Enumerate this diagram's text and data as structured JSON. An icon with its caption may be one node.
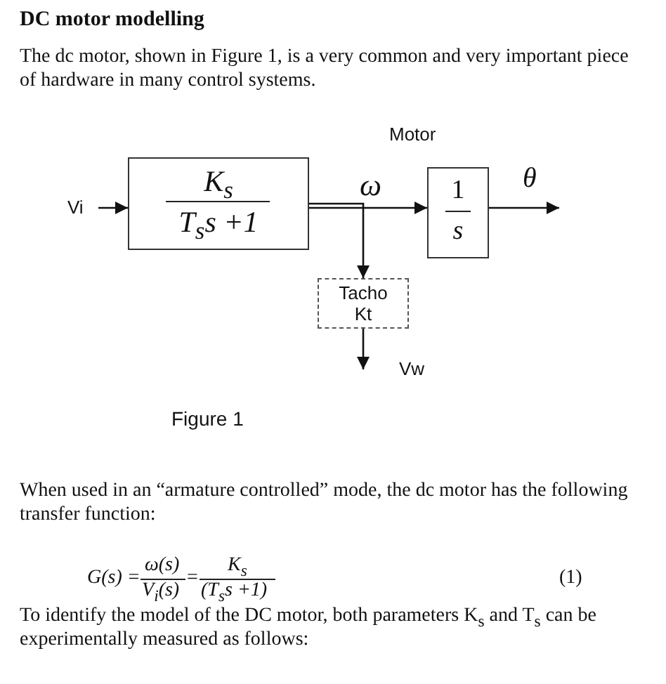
{
  "diagram": {
    "title": "DC motor modelling",
    "caption": "Figure 1",
    "nodes": [
      {
        "text": [
          "Vi"
        ]
      },
      {
        "text": [
          "K$_{s}$",
          "T$_{s}$s +1"
        ]
      },
      {
        "text": [
          "1",
          "s"
        ]
      },
      {
        "text": [
          "Tacho Kt"
        ]
      }
    ],
    "edges": [
      {
        "from": 0,
        "to": 1,
        "arrow": "to"
      },
      {
        "from": 1,
        "to": 2,
        "arrow": "to",
        "label": "ω"
      },
      {
        "from": 1,
        "to": 3,
        "arrow": "to"
      },
      {
        "from": 2,
        "to": null,
        "arrow": "to",
        "label": "θ"
      },
      {
        "from": 3,
        "to": null,
        "arrow": "to",
        "label": "Vw"
      }
    ],
    "labels": [
      "The dc motor, shown in Figure 1, is a very common and very important piece of hardware in many control systems.",
      "Motor",
      "When used in an “armature controlled” mode, the dc motor has the following transfer function:",
      "G(s) =",
      "ω(s)",
      "V$_{i}$(s)",
      "=",
      "K$_{s}$",
      "(T$_{s}$s +1)",
      "(1)",
      "To identify the model of the DC motor, both parameters K$_{s}$ and T$_{s}$ can be experimentally measured as follows:"
    ]
  }
}
